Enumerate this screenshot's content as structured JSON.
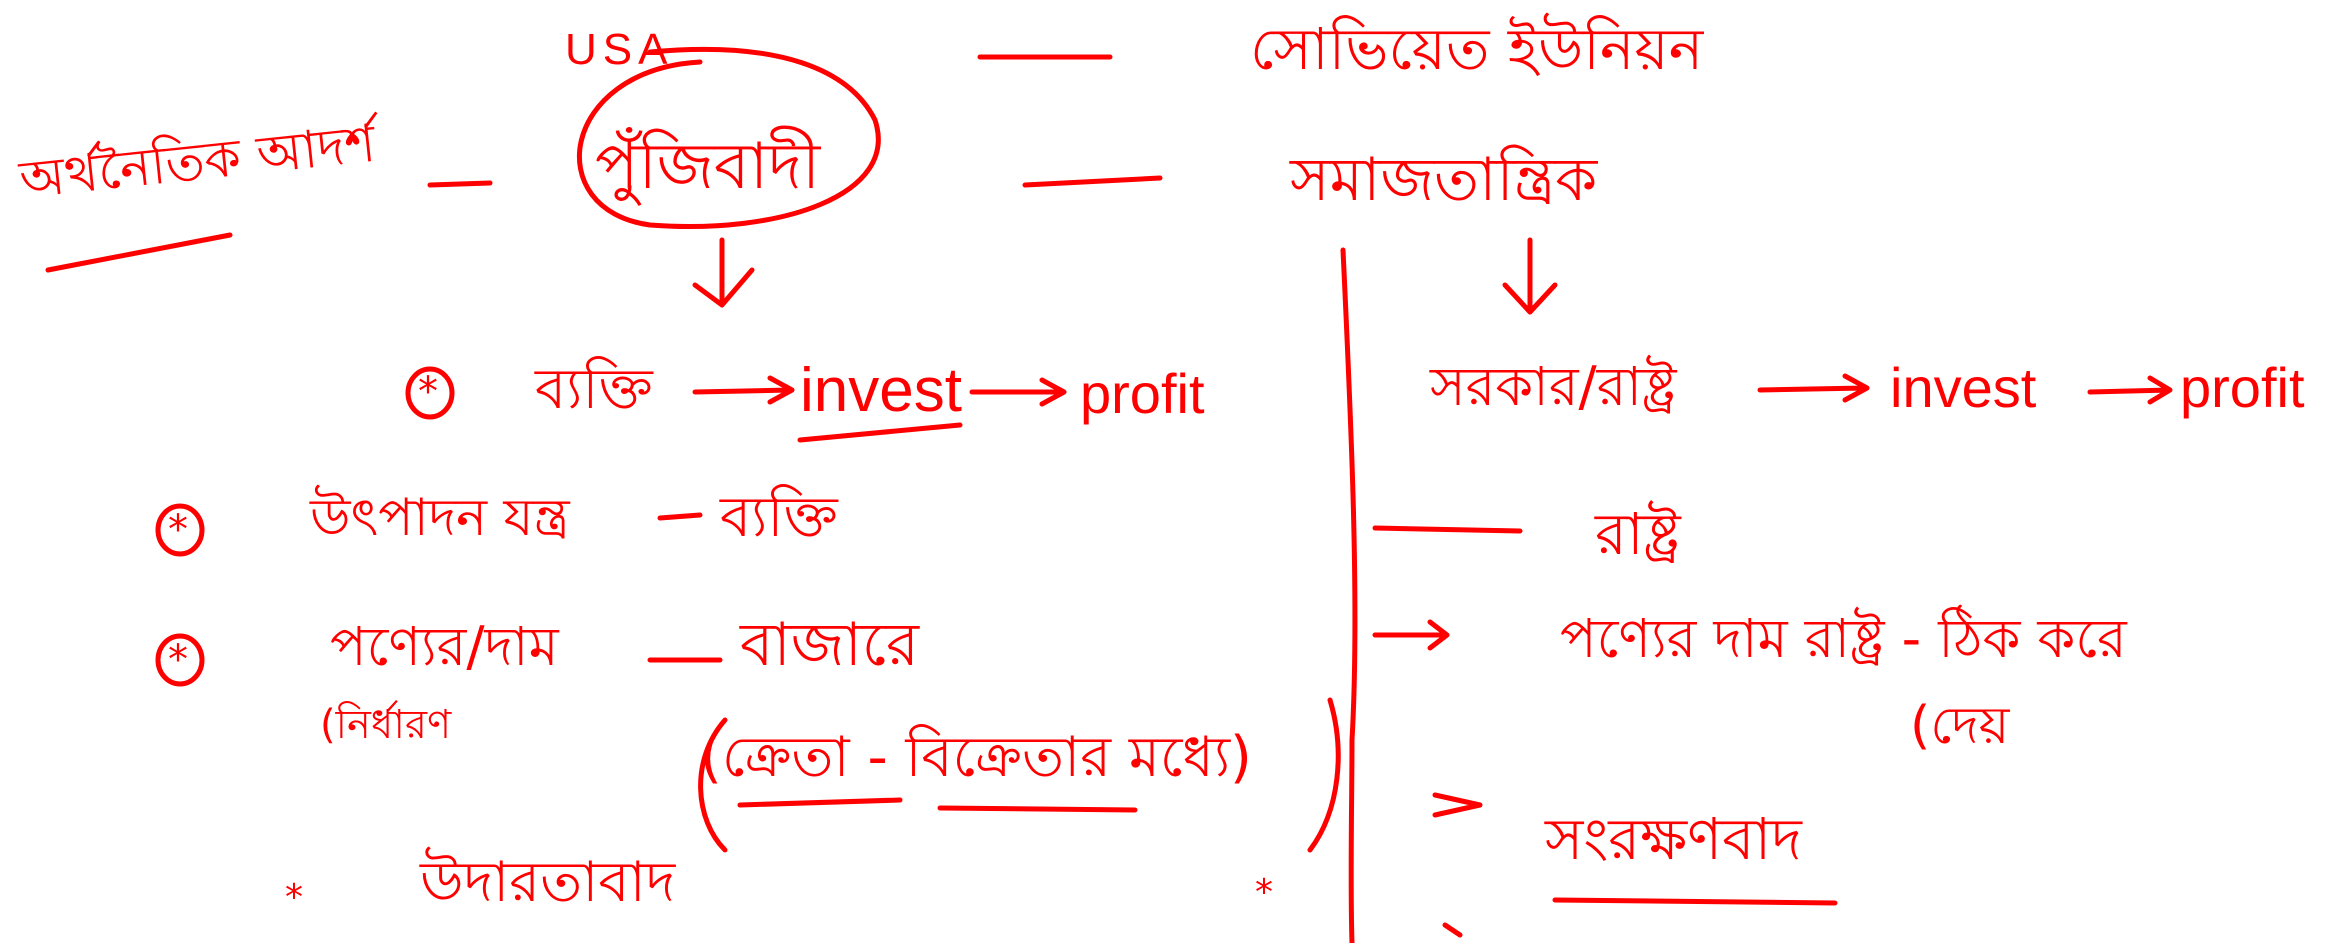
{
  "colors": {
    "ink": "#ff0000",
    "background": "#ffffff"
  },
  "header": {
    "usa": "USA",
    "soviet_union": "সোভিয়েত ইউনিয়ন"
  },
  "ideology_row": {
    "label": "অর্থনৈতিক আদর্শ",
    "left": "পুঁজিবাদী",
    "right": "সমাজতান্ত্রিক"
  },
  "left_column": {
    "point1": {
      "bullet": "*",
      "subject": "ব্যক্তি",
      "invest": "invest",
      "profit": "profit"
    },
    "point2": {
      "bullet": "*",
      "text": "উৎপাদন যন্ত্র",
      "value": "ব্যক্তি"
    },
    "point3": {
      "bullet": "*",
      "text": "পণ্যের/দাম",
      "subtext": "(নির্ধারণ",
      "value": "বাজারে",
      "note": "(ক্রেতা - বিক্রেতার মধ্যে)"
    },
    "point4": {
      "bullet": "*",
      "text": "উদারতাবাদ"
    }
  },
  "right_column": {
    "point1": {
      "subject": "সরকার/রাষ্ট্র",
      "invest": "invest",
      "profit": "profit"
    },
    "point2": {
      "value": "রাষ্ট্র"
    },
    "point3": {
      "text": "পণ্যের দাম রাষ্ট্র - ঠিক করে",
      "subtext": "(দেয়"
    },
    "point4": {
      "text": "সংরক্ষণবাদ"
    }
  },
  "misc": {
    "stray_star": "*"
  }
}
